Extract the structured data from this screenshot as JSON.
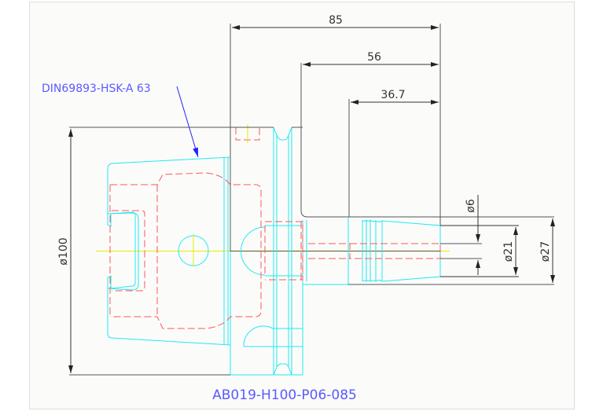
{
  "drawing": {
    "label_standard": "DIN69893-HSK-A 63",
    "part_number": "AB019-H100-P06-085",
    "dimensions": {
      "length_total": "85",
      "length_mid": "56",
      "length_bore": "36.7",
      "diameter_flange": "ø100",
      "diameter_bore": "ø6",
      "diameter_tip": "ø21",
      "diameter_shank": "ø27"
    }
  },
  "colors": {
    "outline": "#555555",
    "hidden_lines": "#ff5555",
    "hsk_part": "#22e8f0",
    "centerline": "#e8e800",
    "annotation": "#5a5aff"
  }
}
